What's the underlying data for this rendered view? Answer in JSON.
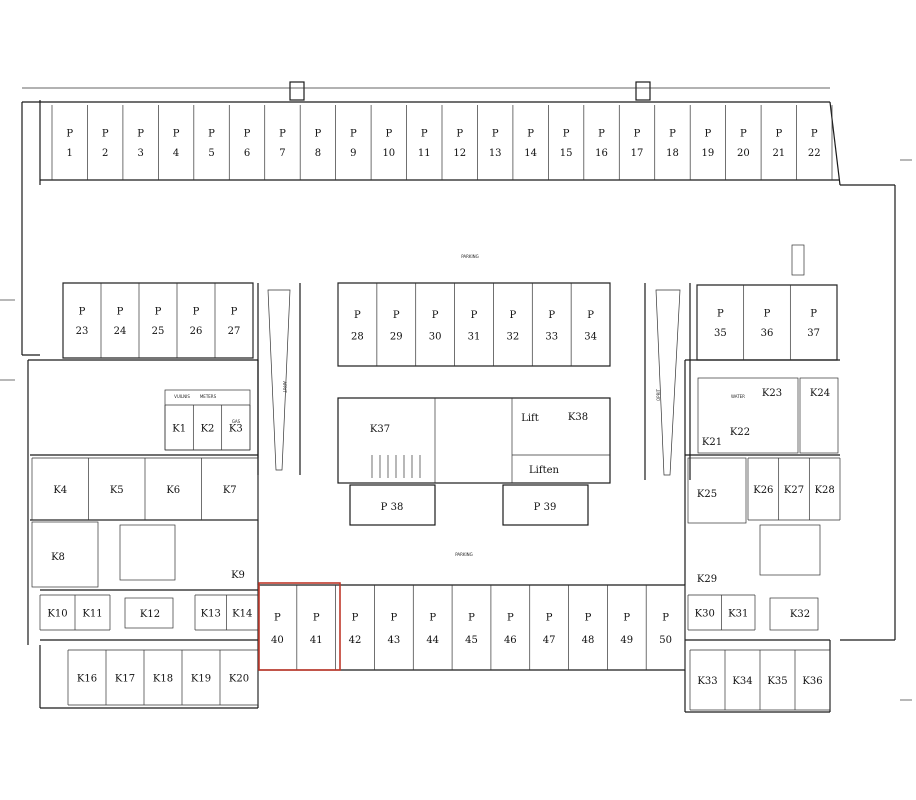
{
  "spaces": {
    "p_top": [
      "1",
      "2",
      "3",
      "4",
      "5",
      "6",
      "7",
      "8",
      "9",
      "10",
      "11",
      "12",
      "13",
      "14",
      "15",
      "16",
      "17",
      "18",
      "19",
      "20",
      "21",
      "22"
    ],
    "p_row2_left": [
      "23",
      "24",
      "25",
      "26",
      "27"
    ],
    "p_row2_mid": [
      "28",
      "29",
      "30",
      "31",
      "32",
      "33",
      "34"
    ],
    "p_row2_right": [
      "35",
      "36",
      "37"
    ],
    "p_bottom": [
      "40",
      "41",
      "42",
      "43",
      "44",
      "45",
      "46",
      "47",
      "48",
      "49",
      "50"
    ],
    "p_center": [
      "38",
      "39"
    ],
    "p_prefix": "P"
  },
  "storage": {
    "left_small": [
      "K1",
      "K2",
      "K3"
    ],
    "left_row": [
      "K4",
      "K5",
      "K6",
      "K7"
    ],
    "left_misc": [
      "K8",
      "K9"
    ],
    "left_low": [
      "K10",
      "K11",
      "K12",
      "K13",
      "K14"
    ],
    "left_bottom": [
      "K16",
      "K17",
      "K18",
      "K19",
      "K20"
    ],
    "center": [
      "K37",
      "K38"
    ],
    "right_top": [
      "K21",
      "K22",
      "K23",
      "K24"
    ],
    "right_row": [
      "K25",
      "K26",
      "K27",
      "K28"
    ],
    "right_misc": [
      "K29",
      "K30",
      "K31",
      "K32"
    ],
    "right_bottom": [
      "K33",
      "K34",
      "K35",
      "K36"
    ]
  },
  "labels": {
    "lift_small": "Lift",
    "lift_large": "Liften",
    "parking": "PARKING",
    "ramp_left": "AFRIT",
    "ramp_right": "OPRIT",
    "trash": "VUILNIS",
    "meter": "METERS",
    "gas": "GAS",
    "water": "WATER"
  },
  "highlight": {
    "color": "#c0392b",
    "spaces": [
      "40",
      "41"
    ]
  },
  "colors": {
    "line": "#1a1a1a",
    "background": "#ffffff"
  }
}
